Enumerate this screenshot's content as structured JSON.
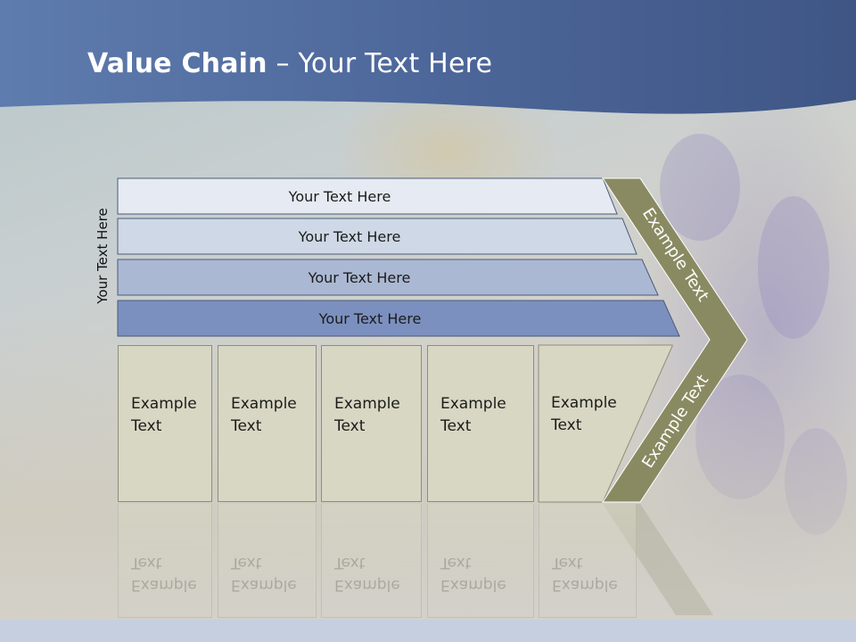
{
  "slide": {
    "title_bold": "Value Chain",
    "title_rest": " – Your Text Here",
    "side_label": "Your Text Here"
  },
  "bands": [
    {
      "label": "Your Text Here",
      "color": "#e6ebf3"
    },
    {
      "label": "Your Text Here",
      "color": "#cfd8e6"
    },
    {
      "label": "Your Text Here",
      "color": "#abb8d3"
    },
    {
      "label": "Your Text Here",
      "color": "#7b90bf"
    }
  ],
  "boxes": [
    {
      "line1": "Example",
      "line2": "Text"
    },
    {
      "line1": "Example",
      "line2": "Text"
    },
    {
      "line1": "Example",
      "line2": "Text"
    },
    {
      "line1": "Example",
      "line2": "Text"
    },
    {
      "line1": "Example",
      "line2": "Text"
    }
  ],
  "chevron": {
    "upper_text": "Example Text",
    "lower_text": "Example Text",
    "color": "#8a8a62"
  },
  "colors": {
    "header": "#4f6a9a",
    "box_fill": "#d7d7c3"
  }
}
